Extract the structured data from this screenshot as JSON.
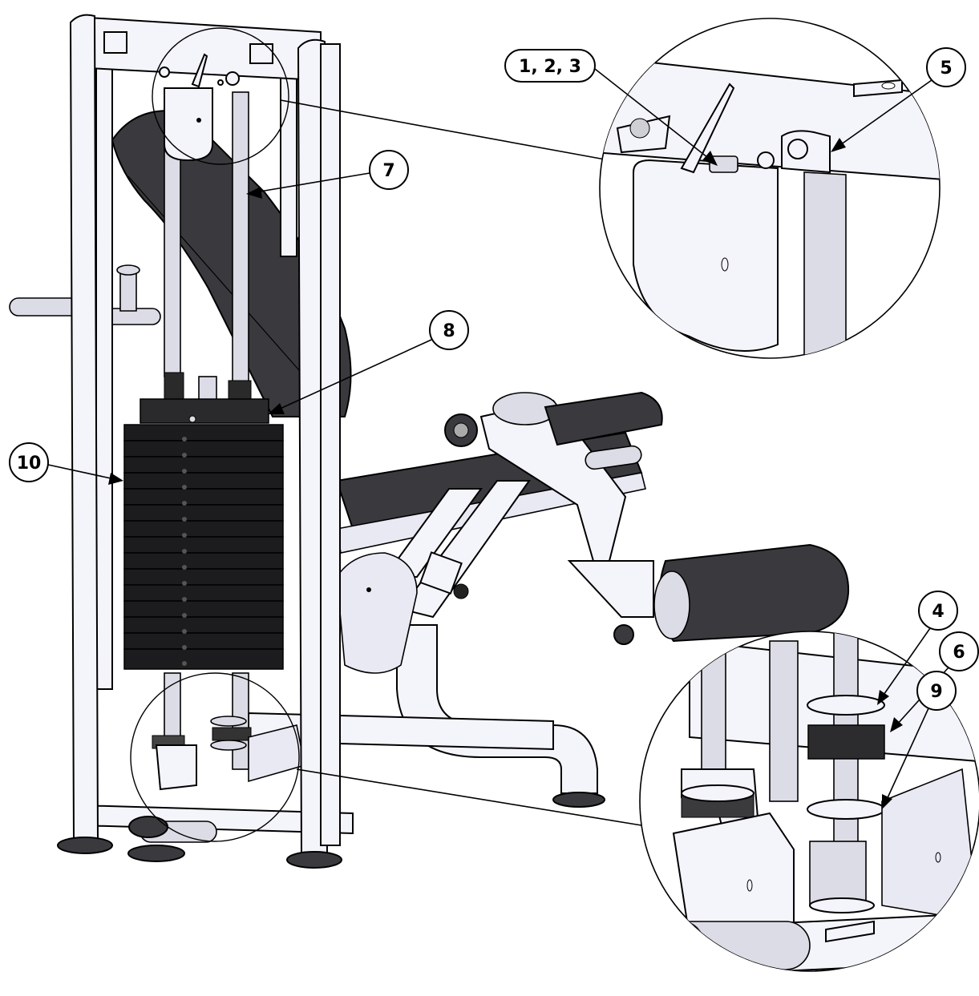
{
  "callouts": {
    "c123": "1, 2, 3",
    "c5": "5",
    "c7": "7",
    "c8": "8",
    "c10": "10",
    "c4": "4",
    "c6": "6",
    "c9": "9"
  },
  "colors": {
    "frame": "#f4f4fb",
    "pad": "#3a3a3e",
    "weight_stack": "#1c1c1e",
    "line": "#000000"
  }
}
